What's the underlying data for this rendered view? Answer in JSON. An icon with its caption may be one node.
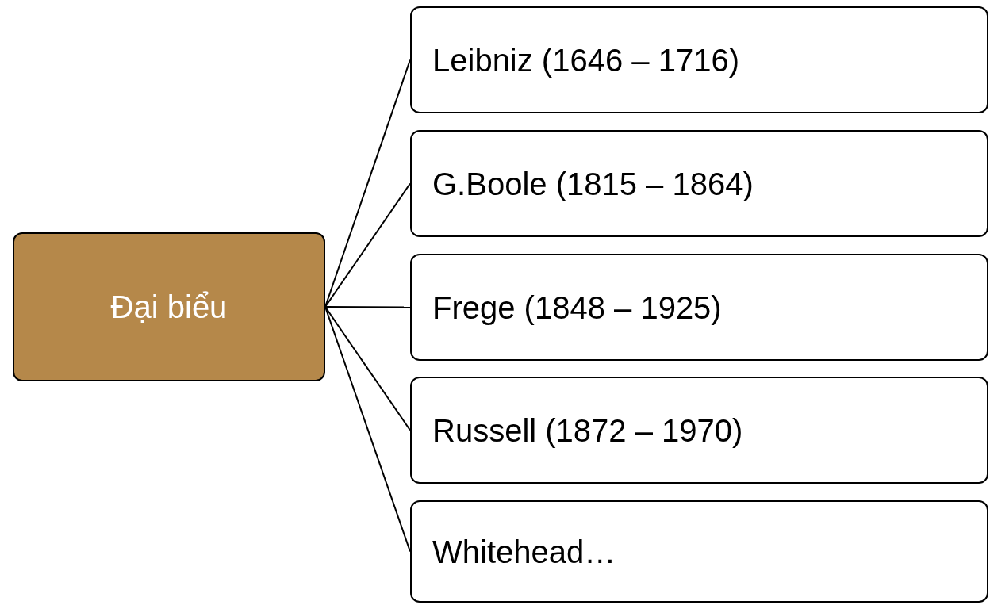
{
  "diagram": {
    "nodes": [
      {
        "text": [
          "Đại biểu"
        ]
      },
      {
        "text": [
          "Leibniz (1646 – 1716)"
        ]
      },
      {
        "text": [
          "G.Boole (1815 – 1864)"
        ]
      },
      {
        "text": [
          "Frege (1848 – 1925)"
        ]
      },
      {
        "text": [
          "Russell (1872 – 1970)"
        ]
      },
      {
        "text": [
          "Whitehead…"
        ]
      }
    ],
    "edges": [
      {
        "from": 0,
        "to": 1,
        "arrow": "none"
      },
      {
        "from": 0,
        "to": 2,
        "arrow": "none"
      },
      {
        "from": 0,
        "to": 3,
        "arrow": "none"
      },
      {
        "from": 0,
        "to": 4,
        "arrow": "none"
      },
      {
        "from": 0,
        "to": 5,
        "arrow": "none"
      }
    ]
  }
}
